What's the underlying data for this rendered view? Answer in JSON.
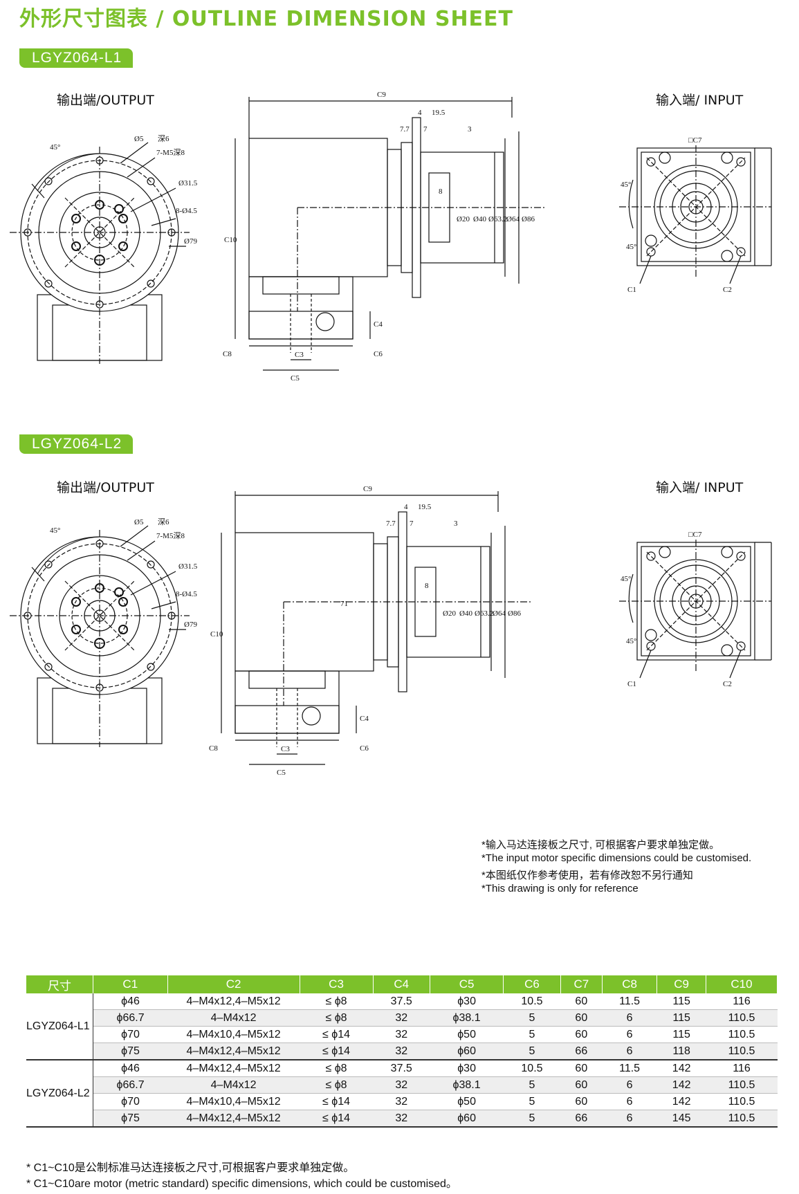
{
  "title": "外形尺寸图表 / OUTLINE DIMENSION SHEET",
  "sections": [
    {
      "model": "LGYZ064-L1",
      "output_label": "输出端/OUTPUT",
      "input_label": "输入端/ INPUT",
      "dims": {
        "angle": "45°",
        "hole": "Ø5",
        "hole_depth": "深6",
        "thread": "7-M5深8",
        "pcd1": "Ø31.5",
        "holes8": "8-Ø4.5",
        "pcd2": "Ø79",
        "c9": "C9",
        "d4": "4",
        "d19": "19.5",
        "d77": "7.7",
        "d7": "7",
        "d3": "3",
        "c10": "C10",
        "d8": "8",
        "d20": "Ø20",
        "d40": "Ø40",
        "d632": "Ø63.2",
        "d64": "Ø64",
        "d86": "Ø86",
        "c4": "C4",
        "c8": "C8",
        "c3": "C3",
        "c6": "C6",
        "c5": "C5",
        "c7": "□C7",
        "c1": "C1",
        "c2": "C2",
        "angle2": "45°",
        "angle3": "45°",
        "d71": ""
      }
    },
    {
      "model": "LGYZ064-L2",
      "output_label": "输出端/OUTPUT",
      "input_label": "输入端/ INPUT",
      "dims": {
        "angle": "45°",
        "hole": "Ø5",
        "hole_depth": "深6",
        "thread": "7-M5深8",
        "pcd1": "Ø31.5",
        "holes8": "8-Ø4.5",
        "pcd2": "Ø79",
        "c9": "C9",
        "d4": "4",
        "d19": "19.5",
        "d77": "7.7",
        "d7": "7",
        "d3": "3",
        "c10": "C10",
        "d8": "8",
        "d20": "Ø20",
        "d40": "Ø40",
        "d632": "Ø63.2",
        "d64": "Ø64",
        "d86": "Ø86",
        "c4": "C4",
        "c8": "C8",
        "c3": "C3",
        "c6": "C6",
        "c5": "C5",
        "c7": "□C7",
        "c1": "C1",
        "c2": "C2",
        "angle2": "45°",
        "angle3": "45°",
        "d71": "71"
      }
    }
  ],
  "notes": [
    "*输入马达连接板之尺寸, 可根据客户要求单独定做。",
    "*The input motor specific dimensions could be customised.",
    "*本图纸仅作参考使用，若有修改恕不另行通知",
    "*This drawing is only for reference"
  ],
  "table": {
    "headers": [
      "尺寸",
      "C1",
      "C2",
      "C3",
      "C4",
      "C5",
      "C6",
      "C7",
      "C8",
      "C9",
      "C10"
    ],
    "groups": [
      {
        "model": "LGYZ064-L1",
        "rows": [
          [
            "ϕ46",
            "4–M4x12,4–M5x12",
            "≤ ϕ8",
            "37.5",
            "ϕ30",
            "10.5",
            "60",
            "11.5",
            "115",
            "116"
          ],
          [
            "ϕ66.7",
            "4–M4x12",
            "≤ ϕ8",
            "32",
            "ϕ38.1",
            "5",
            "60",
            "6",
            "115",
            "110.5"
          ],
          [
            "ϕ70",
            "4–M4x10,4–M5x12",
            "≤ ϕ14",
            "32",
            "ϕ50",
            "5",
            "60",
            "6",
            "115",
            "110.5"
          ],
          [
            "ϕ75",
            "4–M4x12,4–M5x12",
            "≤ ϕ14",
            "32",
            "ϕ60",
            "5",
            "66",
            "6",
            "118",
            "110.5"
          ]
        ]
      },
      {
        "model": "LGYZ064-L2",
        "rows": [
          [
            "ϕ46",
            "4–M4x12,4–M5x12",
            "≤ ϕ8",
            "37.5",
            "ϕ30",
            "10.5",
            "60",
            "11.5",
            "142",
            "116"
          ],
          [
            "ϕ66.7",
            "4–M4x12",
            "≤ ϕ8",
            "32",
            "ϕ38.1",
            "5",
            "60",
            "6",
            "142",
            "110.5"
          ],
          [
            "ϕ70",
            "4–M4x10,4–M5x12",
            "≤ ϕ14",
            "32",
            "ϕ50",
            "5",
            "60",
            "6",
            "142",
            "110.5"
          ],
          [
            "ϕ75",
            "4–M4x12,4–M5x12",
            "≤ ϕ14",
            "32",
            "ϕ60",
            "5",
            "66",
            "6",
            "145",
            "110.5"
          ]
        ]
      }
    ]
  },
  "footnotes": [
    "* C1~C10是公制标准马达连接板之尺寸,可根据客户要求单独定做。",
    "* C1~C10are motor (metric standard) specific dimensions, which could be customised。"
  ],
  "colors": {
    "accent": "#7cc12a"
  }
}
